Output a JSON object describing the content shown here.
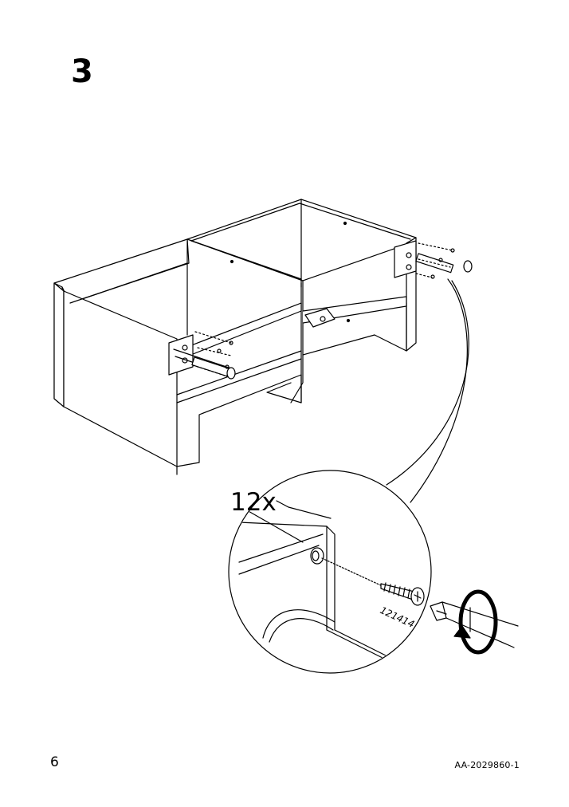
{
  "step": {
    "number": "3"
  },
  "detail": {
    "quantity": "12x",
    "part_number": "121414"
  },
  "footer": {
    "page_number": "6",
    "document_code": "AA-2029860-1"
  },
  "icons": [
    "screw-icon",
    "screwdriver-icon",
    "rotate-clockwise-arrow-icon"
  ]
}
